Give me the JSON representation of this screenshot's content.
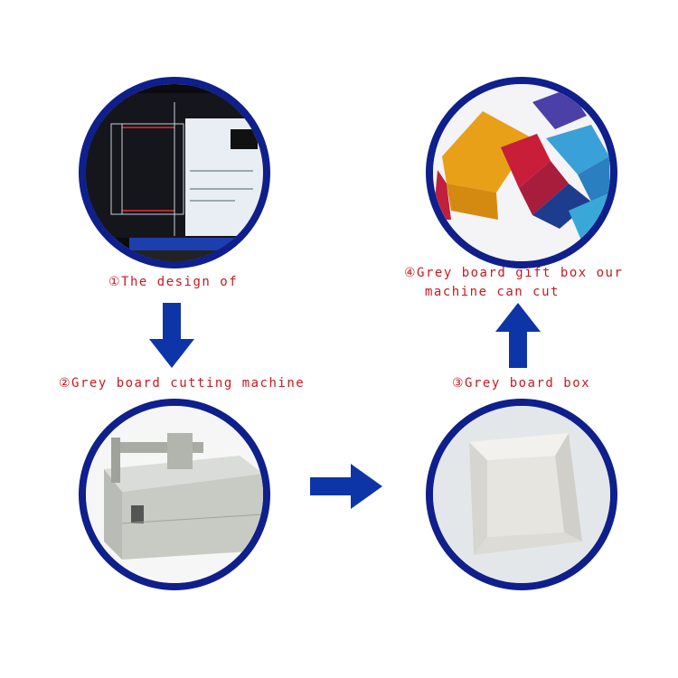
{
  "steps": {
    "design": {
      "label": "①The design of"
    },
    "machine": {
      "label": "②Grey board cutting machine"
    },
    "box": {
      "label": "③Grey board box"
    },
    "gift": {
      "label_line1": "④Grey board gift box our",
      "label_line2": "machine can cut"
    }
  },
  "colors": {
    "ring": "#0f1f8c",
    "arrow": "#0d35a8",
    "label": "#c8191e"
  },
  "icons": {
    "down": "arrow-down-icon",
    "right": "arrow-right-icon",
    "up": "arrow-up-icon"
  }
}
